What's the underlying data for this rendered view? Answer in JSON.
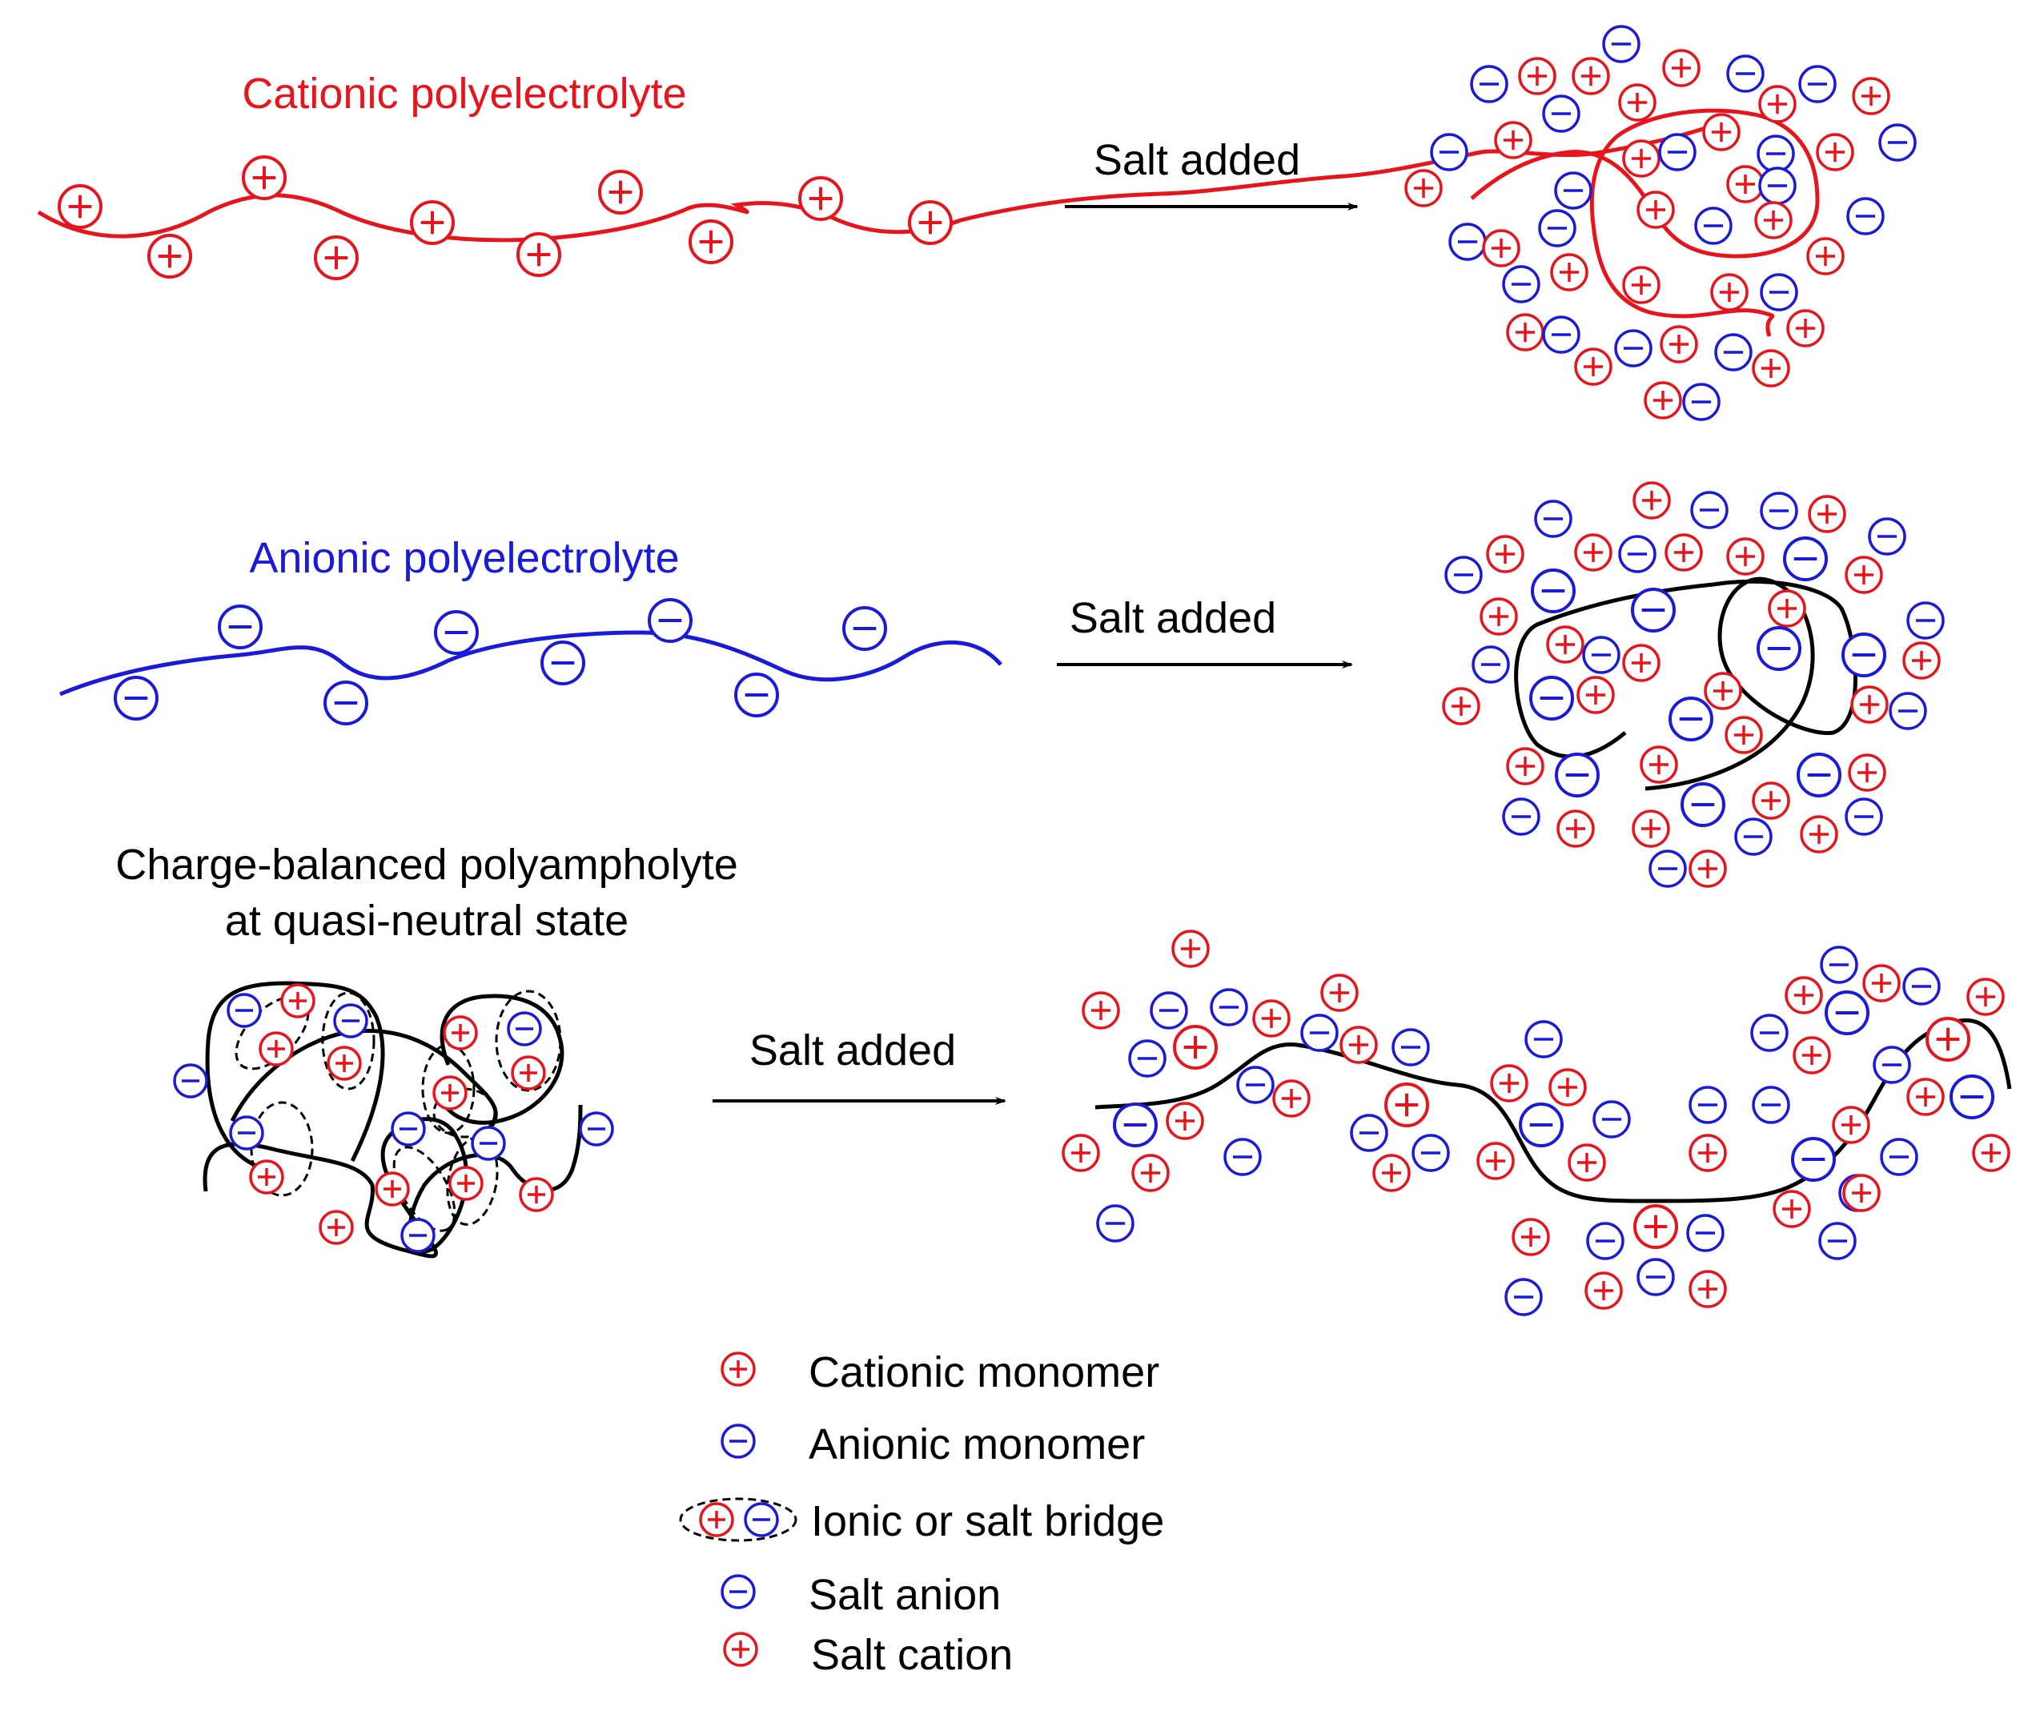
{
  "colors": {
    "cation": "#e8141c",
    "anion": "#1a1adb",
    "neutral": "#000000"
  },
  "rows": {
    "cationic": {
      "title": "Cationic polyelectrolyte",
      "arrow_label": "Salt added"
    },
    "anionic": {
      "title": "Anionic polyelectrolyte",
      "arrow_label": "Salt added"
    },
    "polyampholyte": {
      "title_line1": "Charge-balanced polyampholyte",
      "title_line2": "at quasi-neutral state",
      "arrow_label": "Salt added"
    }
  },
  "legend": {
    "items": [
      {
        "label": "Cationic monomer",
        "icon": "cation-icon"
      },
      {
        "label": "Anionic monomer",
        "icon": "anion-icon"
      },
      {
        "label": "Ionic or salt bridge",
        "icon": "salt-bridge-icon"
      },
      {
        "label": "Salt anion",
        "icon": "anion-icon"
      },
      {
        "label": "Salt cation",
        "icon": "cation-icon"
      }
    ]
  }
}
